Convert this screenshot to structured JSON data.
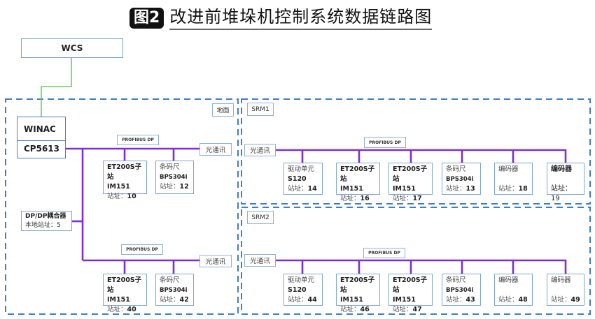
{
  "title": {
    "badge": "图2",
    "text": "改进前堆垛机控制系统数据链路图"
  },
  "colors": {
    "bus": "#7b2fd9",
    "ethernet": "#5cd65c",
    "dashed_border": "#3f7fbf",
    "box_border": "#7ea6cf"
  },
  "wcs": {
    "label": "WCS"
  },
  "ground": {
    "area_label": "地面",
    "winac": {
      "top": "WINAC",
      "bottom": "CP5613"
    },
    "coupler": {
      "line1": "DP/DP耦合器",
      "line2": "本地站址：5"
    },
    "bus1": {
      "protocol_label": "PROFIBUS DP",
      "fiber_label": "光通讯",
      "nodes": [
        {
          "line1": "ET200S子站",
          "line2": "IM151",
          "addr_label": "站址：",
          "addr": "10"
        },
        {
          "line1": "条码尺",
          "line2": "BPS304i",
          "addr_label": "站址：",
          "addr": "12"
        }
      ]
    },
    "bus2": {
      "protocol_label": "PROFIBUS DP",
      "fiber_label": "光通讯",
      "nodes": [
        {
          "line1": "ET200S子站",
          "line2": "IM151",
          "addr_label": "站址：",
          "addr": "40"
        },
        {
          "line1": "条码尺",
          "line2": "BPS304i",
          "addr_label": "站址：",
          "addr": "42"
        }
      ]
    }
  },
  "srm1": {
    "area_label": "SRM1",
    "fiber_label": "光通讯",
    "protocol_label": "PROFIBUS DP",
    "nodes": [
      {
        "line1": "驱动单元",
        "line2": "S120",
        "addr_label": "站址：",
        "addr": "14"
      },
      {
        "line1": "ET200S子站",
        "line2": "IM151",
        "addr_label": "站址：",
        "addr": "16"
      },
      {
        "line1": "ET200S子站",
        "line2": "IM151",
        "addr_label": "站址：",
        "addr": "17"
      },
      {
        "line1": "条码尺",
        "line2": "BPS304i",
        "addr_label": "站址：",
        "addr": "13"
      },
      {
        "line1": "编码器",
        "line2": "",
        "addr_label": "站址：",
        "addr": "18"
      },
      {
        "line1": "编码器",
        "line2": "",
        "addr_label": "站址：",
        "addr": "19"
      }
    ]
  },
  "srm2": {
    "area_label": "SRM2",
    "fiber_label": "光通讯",
    "protocol_label": "PROFIBUS DP",
    "nodes": [
      {
        "line1": "驱动单元",
        "line2": "S120",
        "addr_label": "站址：",
        "addr": "44"
      },
      {
        "line1": "ET200S子站",
        "line2": "IM151",
        "addr_label": "站址：",
        "addr": "46"
      },
      {
        "line1": "ET200S子站",
        "line2": "IM151",
        "addr_label": "站址：",
        "addr": "47"
      },
      {
        "line1": "条码尺",
        "line2": "BPS304i",
        "addr_label": "站址：",
        "addr": "43"
      },
      {
        "line1": "编码器",
        "line2": "",
        "addr_label": "站址：",
        "addr": "48"
      },
      {
        "line1": "编码器",
        "line2": "",
        "addr_label": "站址：",
        "addr": "49"
      }
    ]
  }
}
